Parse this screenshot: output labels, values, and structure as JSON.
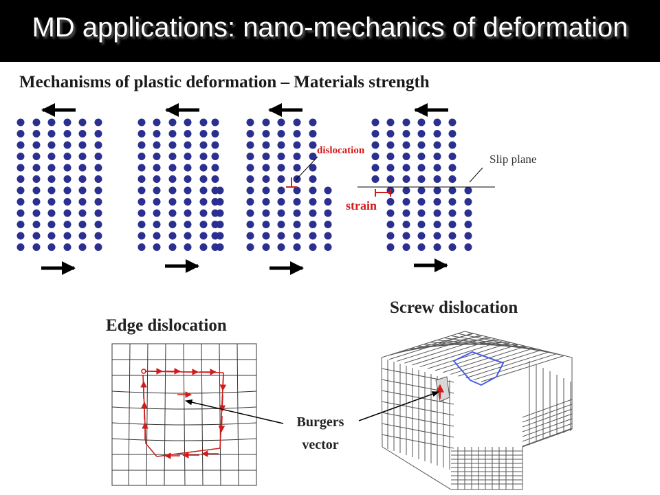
{
  "title": "MD applications: nano-mechanics of deformation",
  "subtitle": "Mechanisms of plastic deformation – Materials strength",
  "labels": {
    "slip_plane": "Slip plane",
    "dislocation": "dislocation",
    "strain": "strain",
    "edge_dislocation": "Edge dislocation",
    "screw_dislocation": "Screw dislocation",
    "burgers_line1": "Burgers",
    "burgers_line2": "vector"
  },
  "colors": {
    "atom": "#2b2f8f",
    "accent_red": "#d31a1a",
    "burgers_circuit_blue": "#4a5ee8",
    "title_bar": "#000000"
  },
  "icons": [
    "shear-arrow-left-icon",
    "shear-arrow-right-icon",
    "dislocation-symbol-icon",
    "burgers-vector-icon"
  ]
}
